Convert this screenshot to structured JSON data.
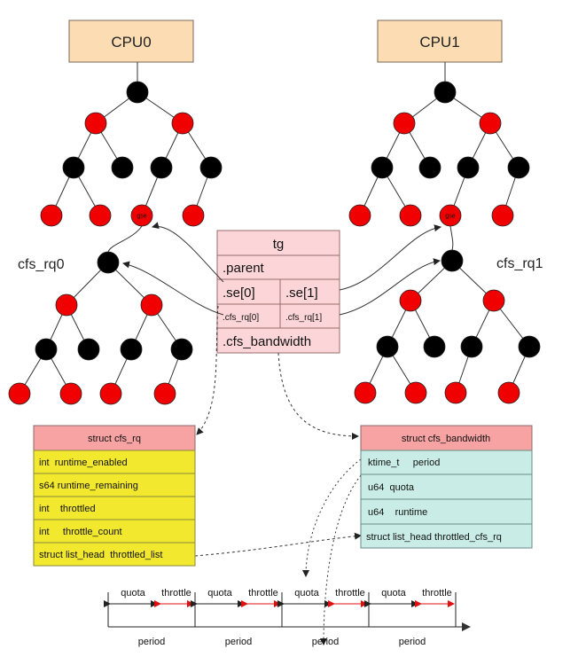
{
  "cpus": [
    "CPU0",
    "CPU1"
  ],
  "rq_labels": [
    "cfs_rq0",
    "cfs_rq1"
  ],
  "gse_label": "gse",
  "tg": {
    "title": "tg",
    "parent": ".parent",
    "se0": ".se[0]",
    "se1": ".se[1]",
    "cfs_rq0": ".cfs_rq[0]",
    "cfs_rq1": ".cfs_rq[1]",
    "cfs_bandwidth": ".cfs_bandwidth"
  },
  "struct_cfs_rq": {
    "title": "struct cfs_rq",
    "fields": [
      "int  runtime_enabled",
      "s64 runtime_remaining",
      "int    throttled",
      "int     throttle_count",
      "struct list_head  throttled_list"
    ]
  },
  "struct_cfs_bandwidth": {
    "title": "struct cfs_bandwidth",
    "fields": [
      "ktime_t     period",
      "u64  quota",
      "u64    runtime",
      "struct list_head throttled_cfs_rq"
    ]
  },
  "timeline": {
    "quota_label": "quota",
    "throttle_label": "throttle",
    "period_label": "period",
    "periods": 4
  },
  "colors": {
    "cpu_fill": "#fbdcb3",
    "tg_fill": "#fbd5d7",
    "cfs_rq_title_fill": "#f7a3a3",
    "cfs_rq_body_fill": "#f2e82e",
    "cfs_bw_title_fill": "#f7a3a3",
    "cfs_bw_body_fill": "#c9ede6",
    "node_red": "#f00000",
    "node_black": "#000000",
    "throttle_arrow": "#e01010"
  }
}
